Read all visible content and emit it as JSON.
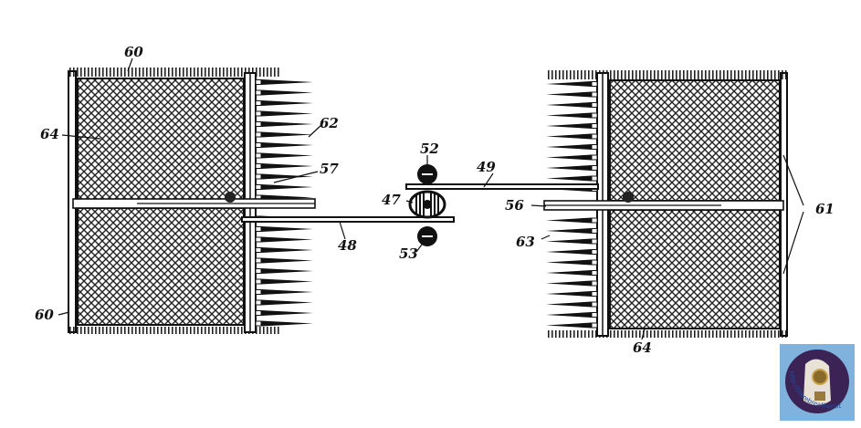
{
  "figure": {
    "labels": {
      "frame_top": "60",
      "frame_bottom_left": "60",
      "mesh_left": "64",
      "mesh_right": "64",
      "teeth_left": "62",
      "teeth_right": "63",
      "bracket_left": "57",
      "bracket_right": "56",
      "gear_top": "52",
      "gear_middle": "47",
      "gear_bottom": "53",
      "rack_upper": "49",
      "rack_lower": "48",
      "frames_right": "61"
    }
  },
  "logo": {
    "text": "http://therebreathersite.nl",
    "colors": {
      "background": "#7fb2dc",
      "circle": "#3b2356",
      "text": "#1c4fa0"
    }
  }
}
